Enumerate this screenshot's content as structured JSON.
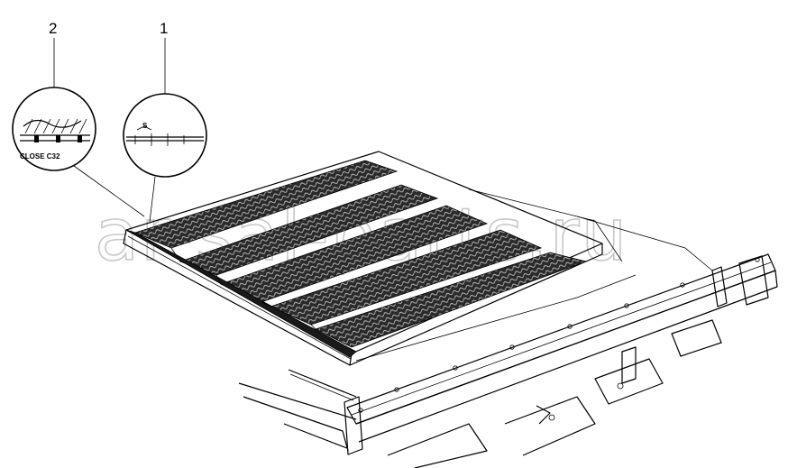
{
  "callouts": [
    {
      "number": "2"
    },
    {
      "number": "1"
    }
  ],
  "detail_labels": {
    "detail_2_text": "CLOSE C32",
    "detail_1_text": "S"
  },
  "watermark": "ar-sal-parts.ru",
  "colors": {
    "line": "#000000",
    "background": "#ffffff",
    "watermark": "#c8c8c8",
    "mesh": "#2a2a2a"
  }
}
